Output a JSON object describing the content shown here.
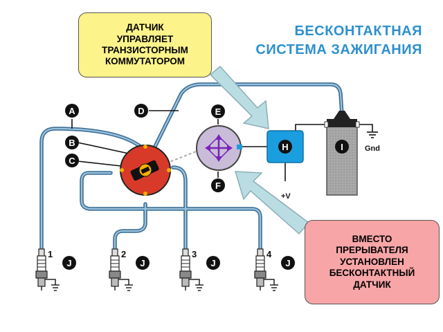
{
  "title": {
    "line1": "БЕСКОНТАКТНАЯ",
    "line2": "СИСТЕМА ЗАЖИГАНИЯ"
  },
  "callout_top": {
    "lines": [
      "ДАТЧИК",
      "УПРАВЛЯЕТ",
      "ТРАНЗИСТОРНЫМ",
      "КОММУТАТОРОМ"
    ],
    "color": "#fcf38a"
  },
  "callout_bottom": {
    "lines": [
      "ВМЕСТО",
      "ПРЕРЫВАТЕЛЯ",
      "УСТАНОВЛЕН",
      "БЕСКОНТАКТНЫЙ",
      "ДАТЧИК"
    ],
    "color": "#f7a5a7"
  },
  "markers": {
    "A": "A",
    "B": "B",
    "C": "C",
    "D": "D",
    "E": "E",
    "F": "F",
    "H": "H",
    "I": "I",
    "J": "J"
  },
  "labels": {
    "ground": "Gnd",
    "power": "+V"
  },
  "spark_plugs": [
    "1",
    "2",
    "3",
    "4"
  ],
  "colors": {
    "wire": "#6e9fc4",
    "distributor": "#d83a2a",
    "sensor_disk": "#c9bcd8",
    "sensor_arrows": "#7a22b8",
    "module": "#1a9ee0",
    "coil": "#a9a9a9",
    "arrow": "#b9dde2",
    "title": "#2d90cf"
  }
}
